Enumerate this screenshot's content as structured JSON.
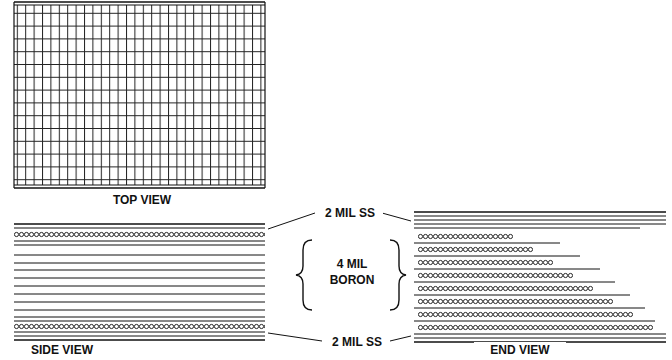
{
  "diagram": {
    "labels": [
      "TOP VIEW",
      "2 MIL SS",
      "4 MIL BORON",
      "SIDE VIEW",
      "2 MIL SS",
      "END VIEW"
    ]
  }
}
